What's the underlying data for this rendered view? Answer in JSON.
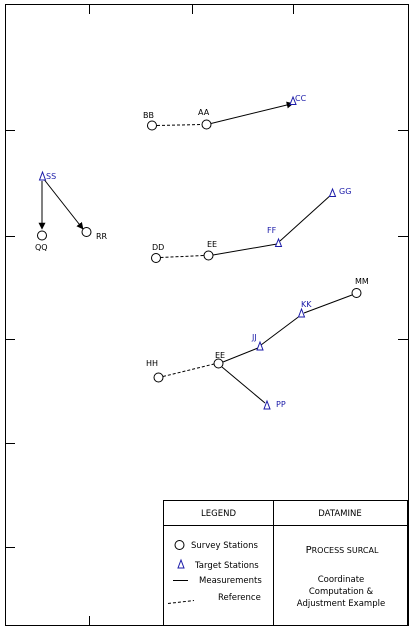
{
  "legend": {
    "header": "LEGEND",
    "items": [
      {
        "symbol": "circle",
        "label": "Survey Stations"
      },
      {
        "symbol": "triangle",
        "label": "Target Stations"
      },
      {
        "symbol": "solid",
        "label": "Measurements"
      },
      {
        "symbol": "dashed",
        "label": "Reference"
      }
    ]
  },
  "title_block": {
    "company": "DATAMINE",
    "process_prefix": "P",
    "process_rest": "ROCESS SURCAL",
    "description_lines": [
      "Coordinate",
      "Computation &",
      "Adjustment Example"
    ]
  },
  "colors": {
    "target": "#1a1aa8",
    "line": "#000000"
  },
  "survey_stations": {
    "bb": "BB",
    "aa": "AA",
    "qq": "QQ",
    "rr": "RR",
    "dd": "DD",
    "ee1": "EE",
    "mm": "MM",
    "hh": "HH",
    "ee2": "EE"
  },
  "target_stations": {
    "cc": "CC",
    "ss": "SS",
    "gg": "GG",
    "ff": "FF",
    "kk": "KK",
    "jj": "JJ",
    "pp": "PP"
  }
}
